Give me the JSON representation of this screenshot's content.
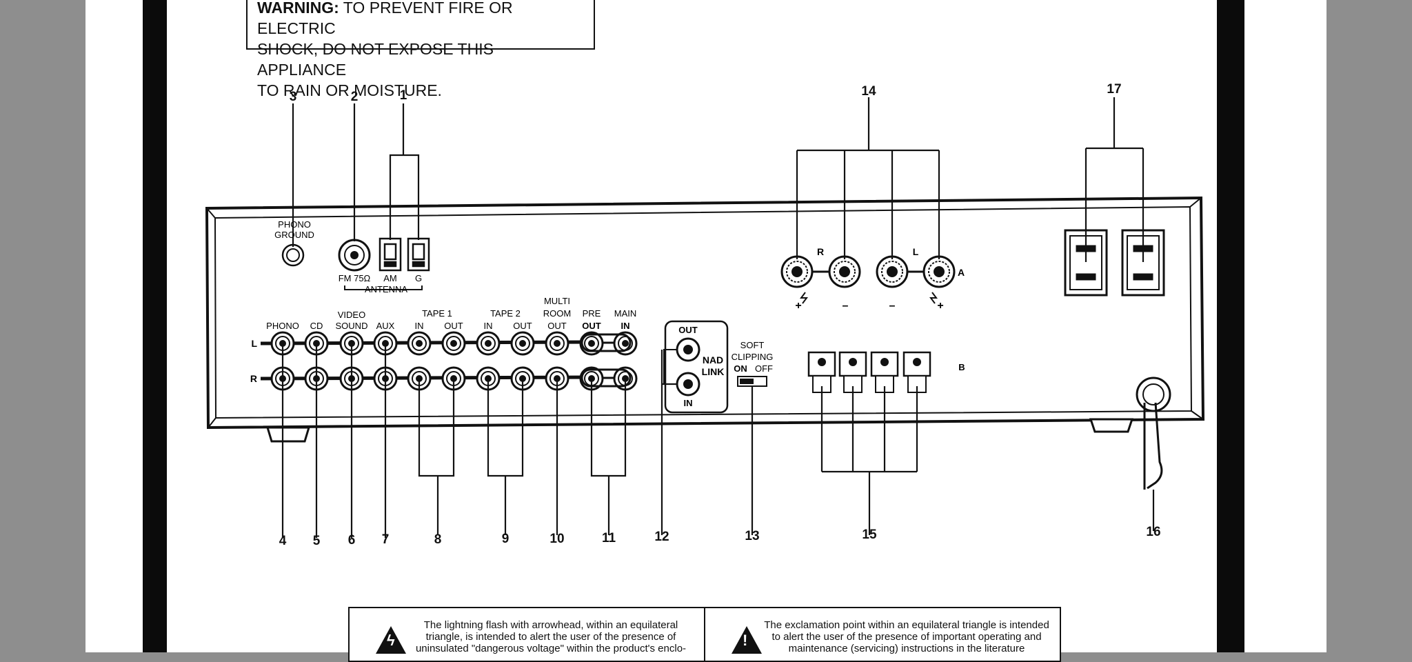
{
  "warning": {
    "line1_bold": "WARNING:",
    "line1_rest": " TO PREVENT FIRE OR ELECTRIC",
    "line2": "SHOCK, DO NOT EXPOSE THIS APPLIANCE",
    "line3": "TO RAIN OR MOISTURE."
  },
  "callouts": {
    "n1": "1",
    "n2": "2",
    "n3": "3",
    "n4": "4",
    "n5": "5",
    "n6": "6",
    "n7": "7",
    "n8": "8",
    "n9": "9",
    "n10": "10",
    "n11": "11",
    "n12": "12",
    "n13": "13",
    "n14": "14",
    "n15": "15",
    "n16": "16",
    "n17": "17"
  },
  "panel_labels": {
    "phono_ground_1": "PHONO",
    "phono_ground_2": "GROUND",
    "fm": "FM 75Ω",
    "am": "AM",
    "g": "G",
    "antenna": "ANTENNA",
    "phono": "PHONO",
    "cd": "CD",
    "video_1": "VIDEO",
    "video_2": "SOUND",
    "aux": "AUX",
    "tape1": "TAPE 1",
    "tape2": "TAPE 2",
    "in": "IN",
    "out": "OUT",
    "multi_1": "MULTI",
    "multi_2": "ROOM",
    "multi_3": "OUT",
    "pre": "PRE",
    "pre_out": "OUT",
    "main": "MAIN",
    "main_in": "IN",
    "ch_l": "L",
    "ch_r": "R",
    "nad_out": "OUT",
    "nad_1": "NAD",
    "nad_2": "LINK",
    "nad_in": "IN",
    "soft_1": "SOFT",
    "soft_2": "CLIPPING",
    "soft_on": "ON",
    "soft_off": "OFF",
    "spk_r": "R",
    "spk_l": "L",
    "spk_a": "A",
    "spk_b": "B",
    "plus": "+",
    "minus": "–"
  },
  "notices": {
    "left": "The lightning flash with arrowhead, within an equilateral triangle, is intended to alert the user of the presence of uninsulated \"dangerous voltage\" within the product's enclo-",
    "right": "The exclamation point within an equilateral triangle is intended to alert the user of the presence of important operating and maintenance (servicing) instructions in the literature"
  }
}
